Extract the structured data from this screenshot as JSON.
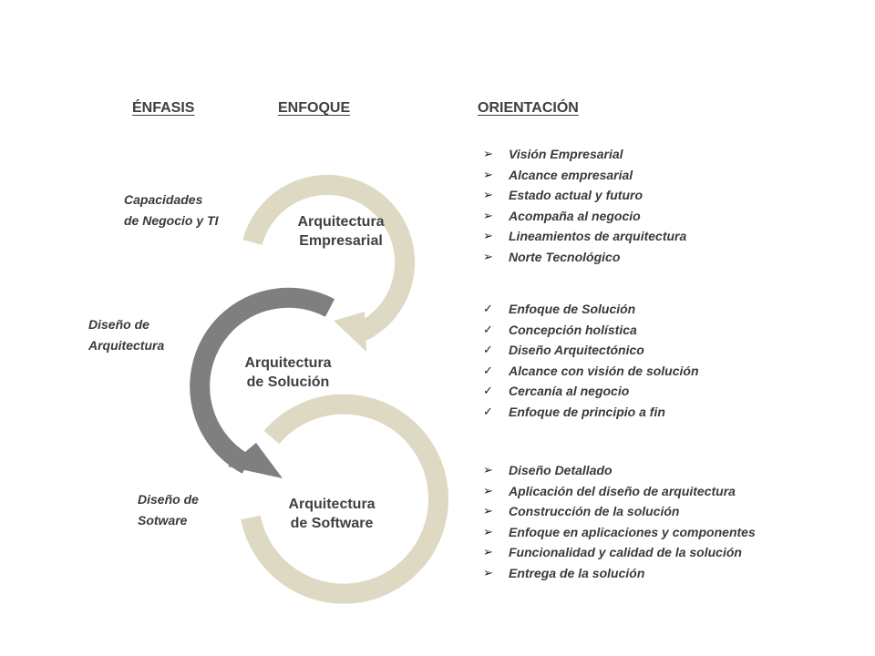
{
  "headers": {
    "emphasis": "ÉNFASIS",
    "focus": "ENFOQUE",
    "orientation": "ORIENTACIÓN"
  },
  "emphasis_labels": [
    {
      "line1": "Capacidades",
      "line2": "de Negocio y TI"
    },
    {
      "line1": "Diseño de",
      "line2": "Arquitectura"
    },
    {
      "line1": "Diseño de",
      "line2": "Sotware"
    }
  ],
  "architectures": [
    {
      "line1": "Arquitectura",
      "line2": "Empresarial",
      "color": "#ddd9c3"
    },
    {
      "line1": "Arquitectura",
      "line2": "de Solución",
      "color": "#7f7f7f"
    },
    {
      "line1": "Arquitectura",
      "line2": "de Software",
      "color": "#ddd9c3"
    }
  ],
  "orientation_groups": [
    {
      "marker": "arrow",
      "items": [
        "Visión Empresarial",
        "Alcance empresarial",
        "Estado actual y futuro",
        "Acompaña al negocio",
        "Lineamientos de arquitectura",
        "Norte Tecnológico"
      ]
    },
    {
      "marker": "check",
      "items": [
        "Enfoque de Solución",
        "Concepción holística",
        "Diseño Arquitectónico",
        "Alcance con visión de solución",
        "Cercanía al negocio",
        "Enfoque de principio a fin"
      ]
    },
    {
      "marker": "arrow",
      "items": [
        "Diseño Detallado",
        "Aplicación del diseño de arquitectura",
        "Construcción de la solución",
        "Enfoque en aplicaciones y componentes",
        "Funcionalidad y calidad de la solución",
        "Entrega de la solución"
      ]
    }
  ]
}
